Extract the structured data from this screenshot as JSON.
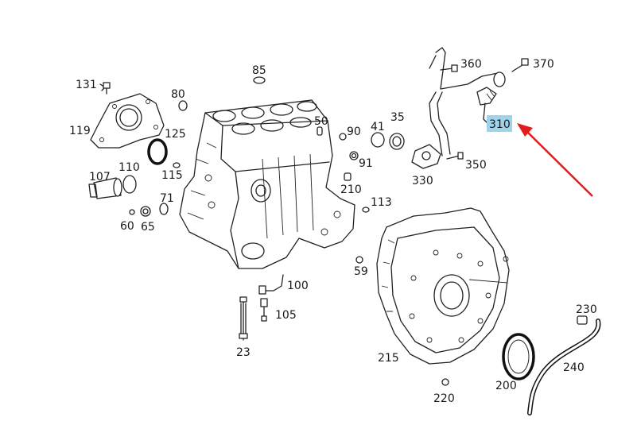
{
  "diagram": {
    "labels": {
      "p23": "23",
      "p35": "35",
      "p41": "41",
      "p50": "50",
      "p59": "59",
      "p60": "60",
      "p65": "65",
      "p71": "71",
      "p80": "80",
      "p85": "85",
      "p90": "90",
      "p91": "91",
      "p100": "100",
      "p105": "105",
      "p107": "107",
      "p110": "110",
      "p113": "113",
      "p115": "115",
      "p119": "119",
      "p125": "125",
      "p131": "131",
      "p200": "200",
      "p210": "210",
      "p215": "215",
      "p220": "220",
      "p230": "230",
      "p240": "240",
      "p310": "310",
      "p330": "330",
      "p350": "350",
      "p360": "360",
      "p370": "370"
    },
    "highlight": {
      "part": "310",
      "box_color": "#9fd3ea",
      "arrow_color": "#e31b1b"
    }
  }
}
